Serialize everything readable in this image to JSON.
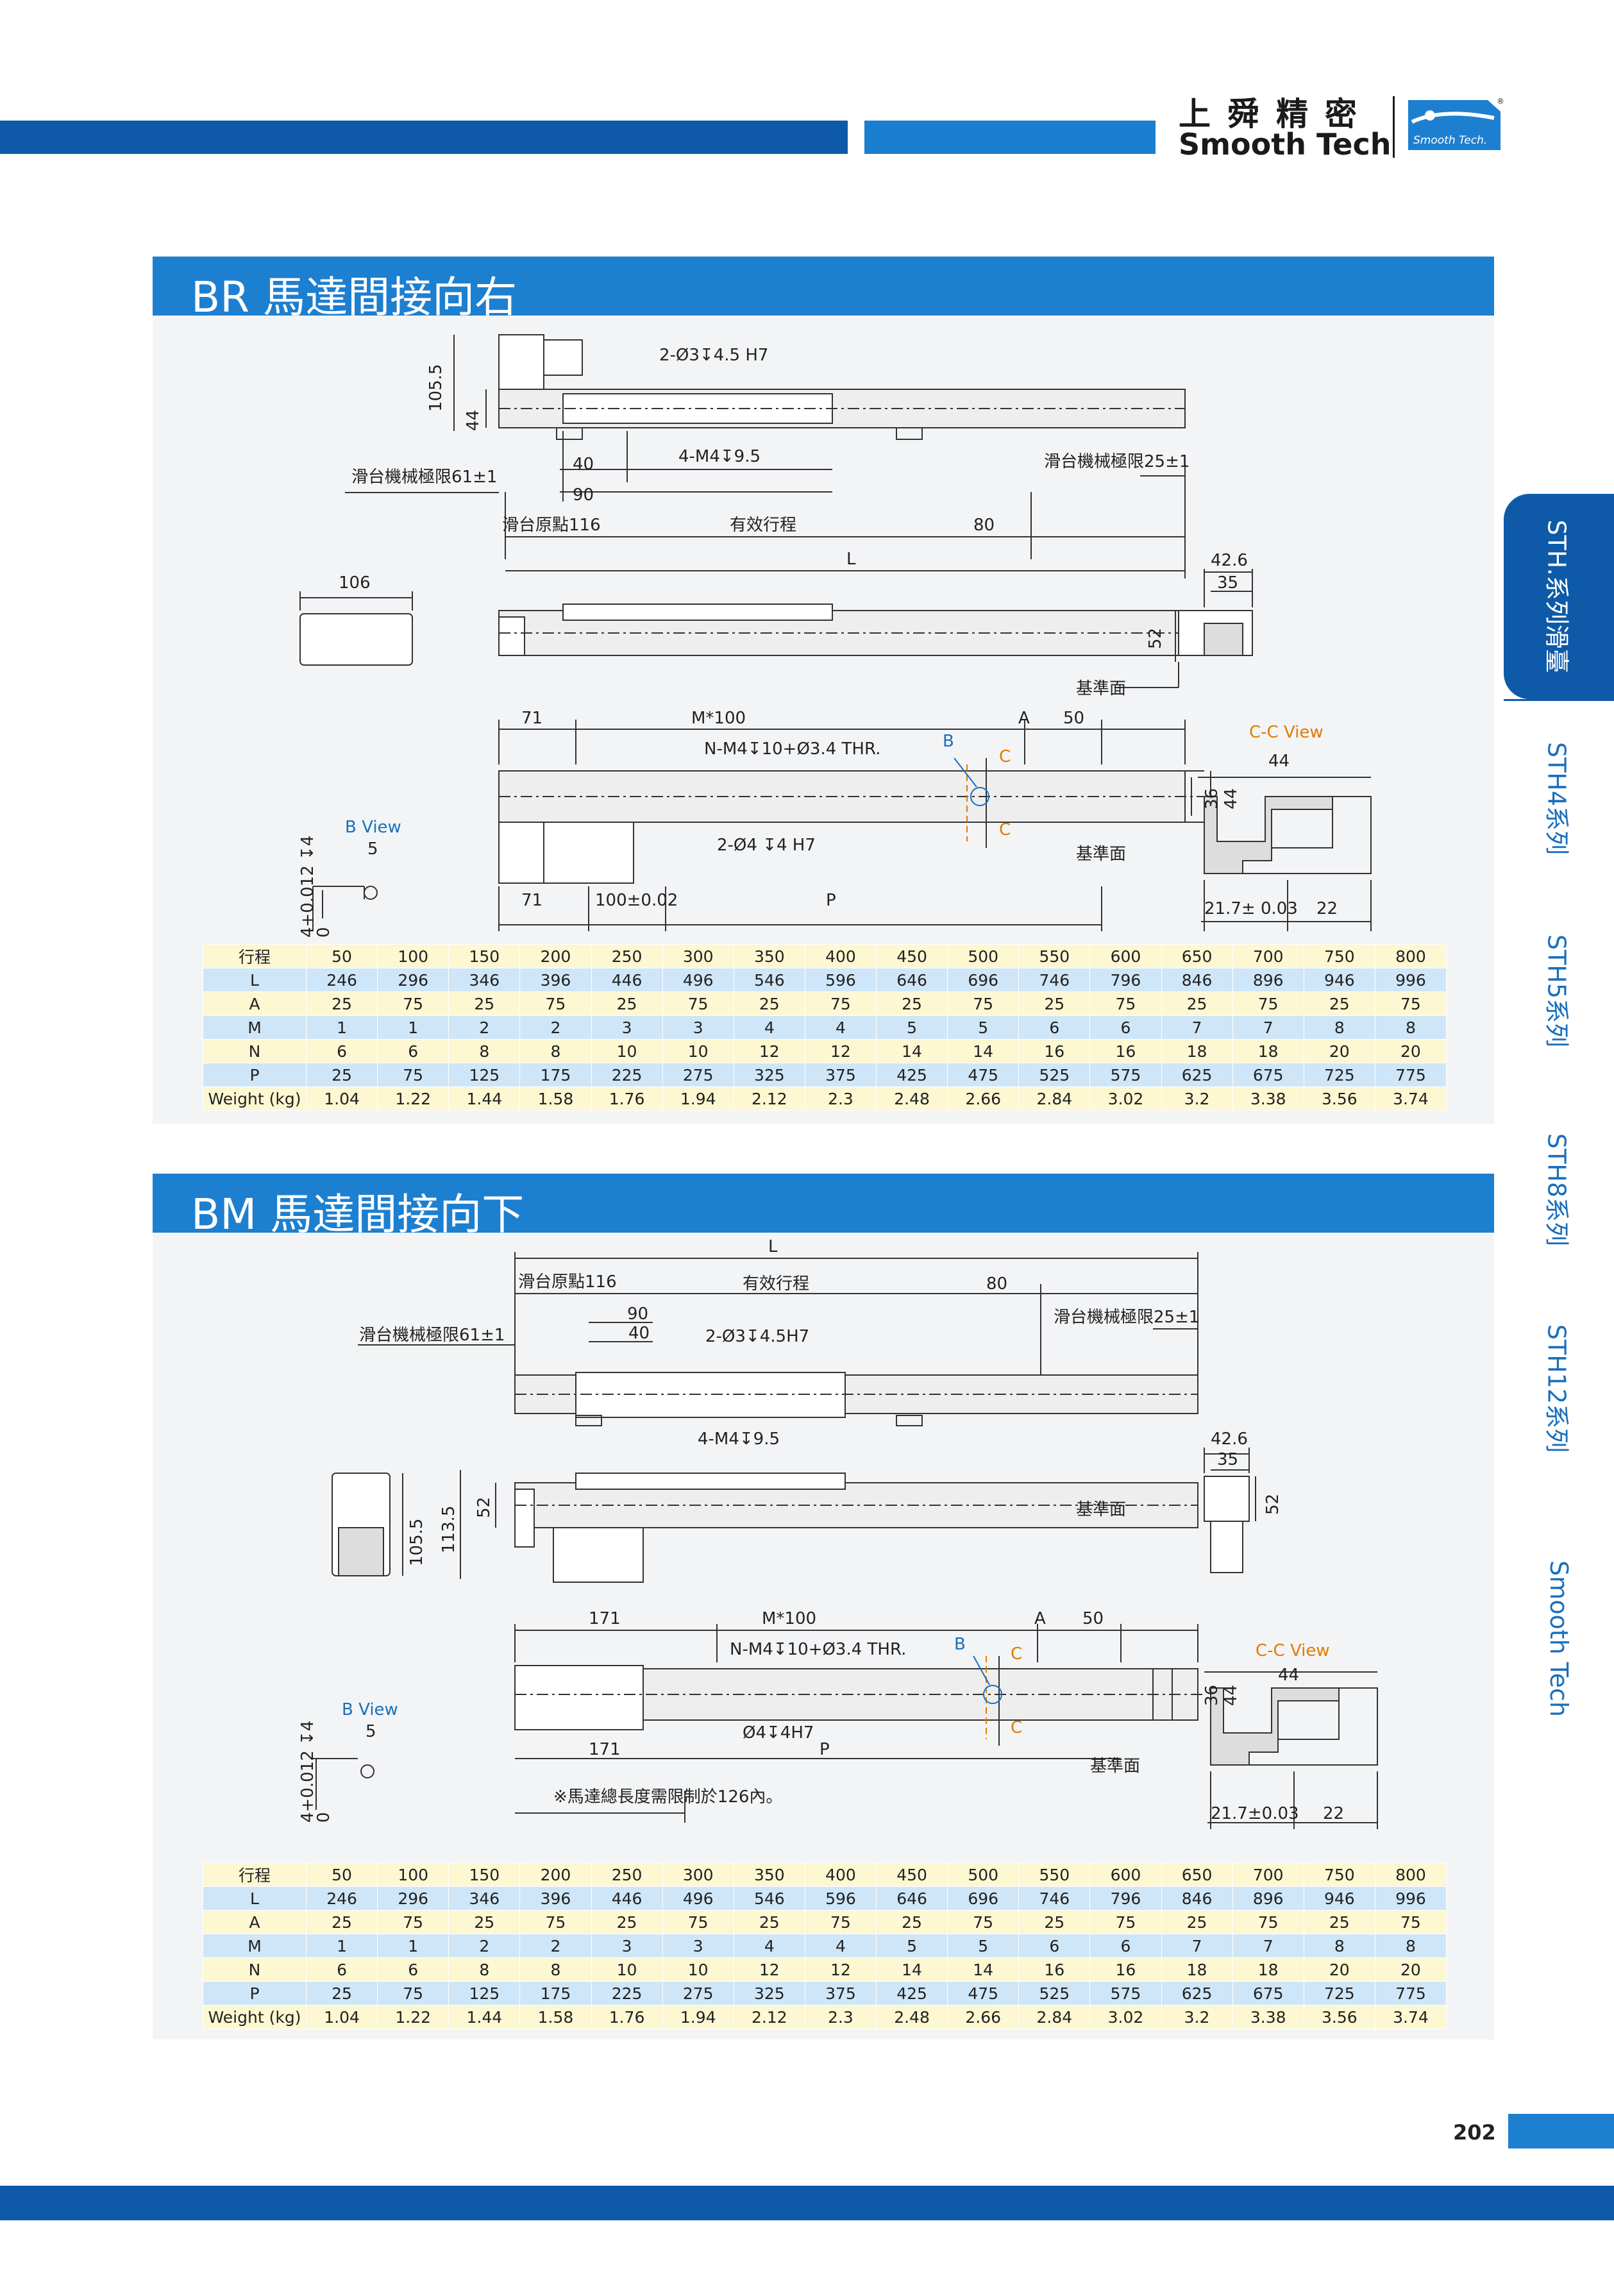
{
  "brand": {
    "name_cn": "上舜精密",
    "name_en": "Smooth Tech",
    "logo_text": "Smooth Tech.",
    "logo_reg": "®"
  },
  "side_tabs": [
    "STH.系列滑臺",
    "STH4系列",
    "STH5系列",
    "STH8系列",
    "STH12系列",
    "Smooth Tech"
  ],
  "active_tab_index": 0,
  "page_number": "202",
  "sections": [
    {
      "title": "BR  馬達間接向右",
      "labels": {
        "hole1": "2-Ø3↧4.5 H7",
        "hole2": "4-M4↧9.5",
        "left_limit": "滑台機械極限61±1",
        "right_limit": "滑台機械極限25±1",
        "origin": "滑台原點116",
        "stroke": "有效行程",
        "L": "L",
        "d80": "80",
        "d40": "40",
        "d90": "90",
        "h105": "105.5",
        "h44": "44",
        "w106": "106",
        "d42": "42.6",
        "d35": "35",
        "h52": "52",
        "datum": "基準面",
        "d71a": "71",
        "m100": "M*100",
        "A": "A",
        "d50": "50",
        "thr": "N-M4↧10+Ø3.4 THR.",
        "B": "B",
        "C": "C",
        "h36": "36",
        "h44b": "44",
        "pin": "2-Ø4 ↧4 H7",
        "d71b": "71",
        "d100": "100±0.02",
        "P": "P",
        "bview": "B View",
        "d5": "5",
        "tol": "4+0.012 ↧4",
        "tol0": "0",
        "ccview": "C-C View",
        "cc44": "44",
        "cc217": "21.7± 0.03",
        "cc22": "22"
      },
      "table": {
        "rows": [
          {
            "label": "行程",
            "values": [
              "50",
              "100",
              "150",
              "200",
              "250",
              "300",
              "350",
              "400",
              "450",
              "500",
              "550",
              "600",
              "650",
              "700",
              "750",
              "800"
            ]
          },
          {
            "label": "L",
            "values": [
              "246",
              "296",
              "346",
              "396",
              "446",
              "496",
              "546",
              "596",
              "646",
              "696",
              "746",
              "796",
              "846",
              "896",
              "946",
              "996"
            ]
          },
          {
            "label": "A",
            "values": [
              "25",
              "75",
              "25",
              "75",
              "25",
              "75",
              "25",
              "75",
              "25",
              "75",
              "25",
              "75",
              "25",
              "75",
              "25",
              "75"
            ]
          },
          {
            "label": "M",
            "values": [
              "1",
              "1",
              "2",
              "2",
              "3",
              "3",
              "4",
              "4",
              "5",
              "5",
              "6",
              "6",
              "7",
              "7",
              "8",
              "8"
            ]
          },
          {
            "label": "N",
            "values": [
              "6",
              "6",
              "8",
              "8",
              "10",
              "10",
              "12",
              "12",
              "14",
              "14",
              "16",
              "16",
              "18",
              "18",
              "20",
              "20"
            ]
          },
          {
            "label": "P",
            "values": [
              "25",
              "75",
              "125",
              "175",
              "225",
              "275",
              "325",
              "375",
              "425",
              "475",
              "525",
              "575",
              "625",
              "675",
              "725",
              "775"
            ]
          },
          {
            "label": "Weight (kg)",
            "values": [
              "1.04",
              "1.22",
              "1.44",
              "1.58",
              "1.76",
              "1.94",
              "2.12",
              "2.3",
              "2.48",
              "2.66",
              "2.84",
              "3.02",
              "3.2",
              "3.38",
              "3.56",
              "3.74"
            ]
          }
        ]
      }
    },
    {
      "title": "BM  馬達間接向下",
      "labels": {
        "L": "L",
        "origin": "滑台原點116",
        "stroke": "有效行程",
        "d80": "80",
        "left_limit": "滑台機械極限61±1",
        "right_limit": "滑台機械極限25±1",
        "d90": "90",
        "d40": "40",
        "hole1": "2-Ø3↧4.5H7",
        "hole2": "4-M4↧9.5",
        "d42": "42.6",
        "d35": "35",
        "h52": "52",
        "datum": "基準面",
        "h105": "105.5",
        "h113": "113.5",
        "h52b": "52",
        "d171a": "171",
        "m100": "M*100",
        "A": "A",
        "d50": "50",
        "thr": "N-M4↧10+Ø3.4 THR.",
        "B": "B",
        "C": "C",
        "h36": "36",
        "h44": "44",
        "pin": "Ø4↧4H7",
        "d171b": "171",
        "P": "P",
        "note": "※馬達總長度需限制於126內。",
        "datum2": "基準面",
        "bview": "B View",
        "d5": "5",
        "tol": "4+0.012 ↧4",
        "tol0": "0",
        "ccview": "C-C View",
        "cc44": "44",
        "cc217": "21.7±0.03",
        "cc22": "22"
      },
      "table": {
        "rows": [
          {
            "label": "行程",
            "values": [
              "50",
              "100",
              "150",
              "200",
              "250",
              "300",
              "350",
              "400",
              "450",
              "500",
              "550",
              "600",
              "650",
              "700",
              "750",
              "800"
            ]
          },
          {
            "label": "L",
            "values": [
              "246",
              "296",
              "346",
              "396",
              "446",
              "496",
              "546",
              "596",
              "646",
              "696",
              "746",
              "796",
              "846",
              "896",
              "946",
              "996"
            ]
          },
          {
            "label": "A",
            "values": [
              "25",
              "75",
              "25",
              "75",
              "25",
              "75",
              "25",
              "75",
              "25",
              "75",
              "25",
              "75",
              "25",
              "75",
              "25",
              "75"
            ]
          },
          {
            "label": "M",
            "values": [
              "1",
              "1",
              "2",
              "2",
              "3",
              "3",
              "4",
              "4",
              "5",
              "5",
              "6",
              "6",
              "7",
              "7",
              "8",
              "8"
            ]
          },
          {
            "label": "N",
            "values": [
              "6",
              "6",
              "8",
              "8",
              "10",
              "10",
              "12",
              "12",
              "14",
              "14",
              "16",
              "16",
              "18",
              "18",
              "20",
              "20"
            ]
          },
          {
            "label": "P",
            "values": [
              "25",
              "75",
              "125",
              "175",
              "225",
              "275",
              "325",
              "375",
              "425",
              "475",
              "525",
              "575",
              "625",
              "675",
              "725",
              "775"
            ]
          },
          {
            "label": "Weight (kg)",
            "values": [
              "1.04",
              "1.22",
              "1.44",
              "1.58",
              "1.76",
              "1.94",
              "2.12",
              "2.3",
              "2.48",
              "2.66",
              "2.84",
              "3.02",
              "3.2",
              "3.38",
              "3.56",
              "3.74"
            ]
          }
        ]
      }
    }
  ]
}
